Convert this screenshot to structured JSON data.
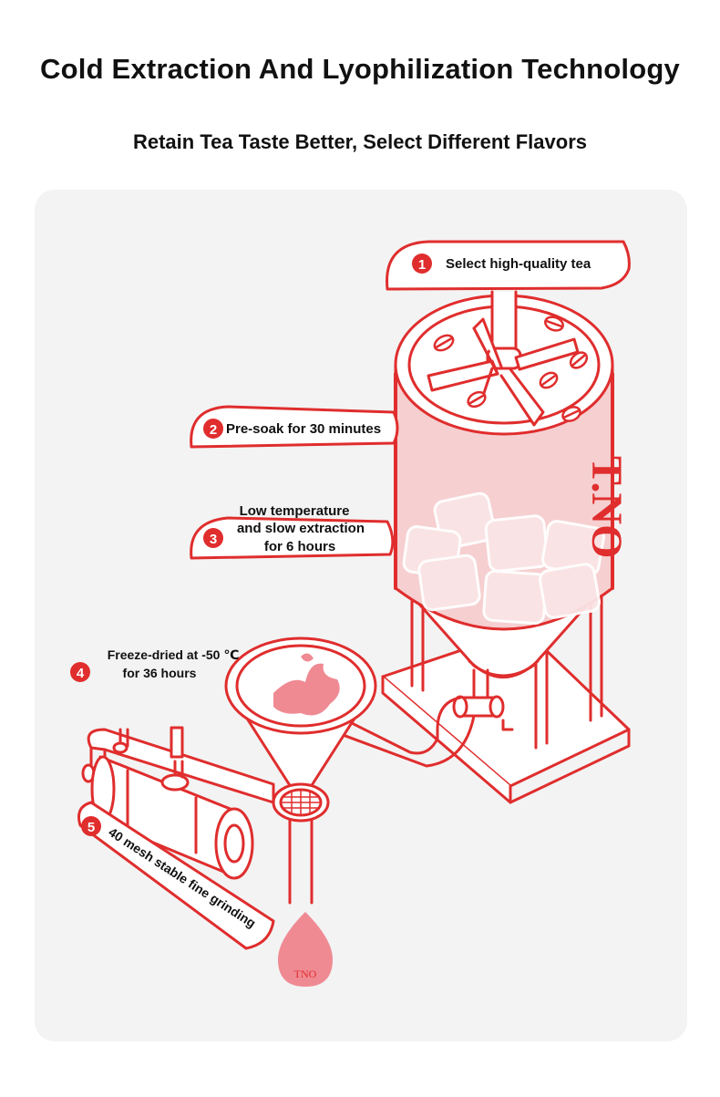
{
  "title": "Cold Extraction And Lyophilization Technology",
  "subtitle": "Retain Tea Taste Better, Select Different Flavors",
  "steps": [
    {
      "number": "1",
      "text": "Select high-quality tea"
    },
    {
      "number": "2",
      "text": "Pre-soak for 30 minutes"
    },
    {
      "number": "3",
      "lines": [
        "Low temperature",
        "and slow extraction",
        "for 6 hours"
      ]
    },
    {
      "number": "4",
      "lines": [
        "Freeze-dried at -50 ℃",
        "for 36 hours"
      ]
    },
    {
      "number": "5",
      "text": "40 mesh stable fine grinding"
    }
  ],
  "brand": {
    "tank_mark": "T.NO",
    "drop_mark": "TNO"
  },
  "colors": {
    "accent": "#e02d2d",
    "fill": "#f6cfd0",
    "panel": "#f3f3f3",
    "drop": "#ef8a93"
  }
}
